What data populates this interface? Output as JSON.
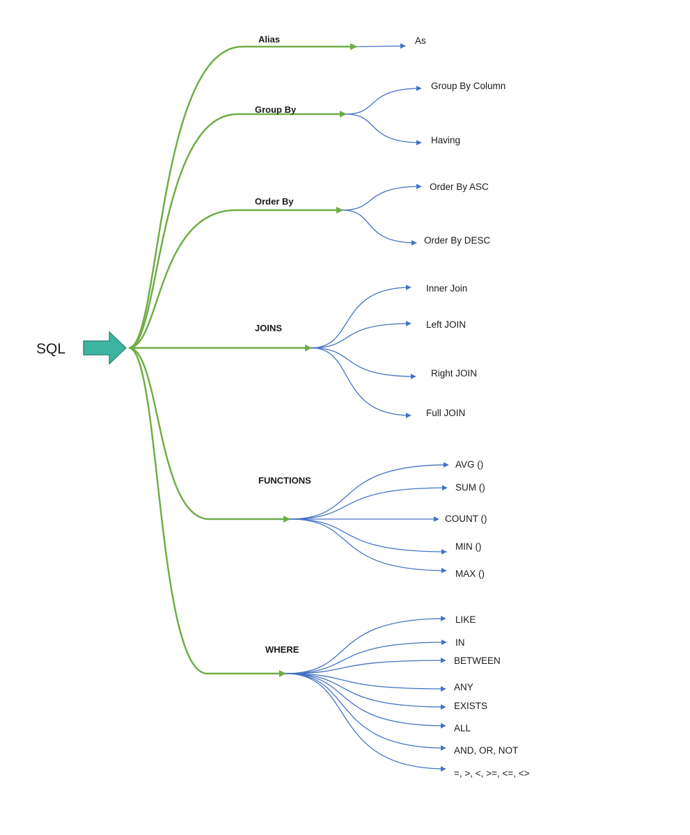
{
  "diagram": {
    "root": {
      "label": "SQL",
      "arrow_color": "#3cb4a0",
      "arrow_stroke": "#2a7d6f"
    },
    "colors": {
      "branch_edge": "#70ad47",
      "leaf_edge": "#4472c4",
      "text": "#1a1a1a"
    },
    "branches": [
      {
        "label": "Alias",
        "leaves": [
          "As"
        ]
      },
      {
        "label": "Group By",
        "leaves": [
          "Group By Column",
          "Having"
        ]
      },
      {
        "label": "Order By",
        "leaves": [
          "Order By ASC",
          "Order By DESC"
        ]
      },
      {
        "label": "JOINS",
        "leaves": [
          "Inner Join",
          "Left JOIN",
          "Right JOIN",
          "Full JOIN"
        ]
      },
      {
        "label": "FUNCTIONS",
        "leaves": [
          "AVG ()",
          "SUM ()",
          "COUNT ()",
          "MIN ()",
          "MAX ()"
        ]
      },
      {
        "label": "WHERE",
        "leaves": [
          "LIKE",
          "IN",
          "BETWEEN",
          "ANY",
          "EXISTS",
          "ALL",
          "AND, OR, NOT",
          "=, >, <, >=, <=, <>"
        ]
      }
    ]
  }
}
